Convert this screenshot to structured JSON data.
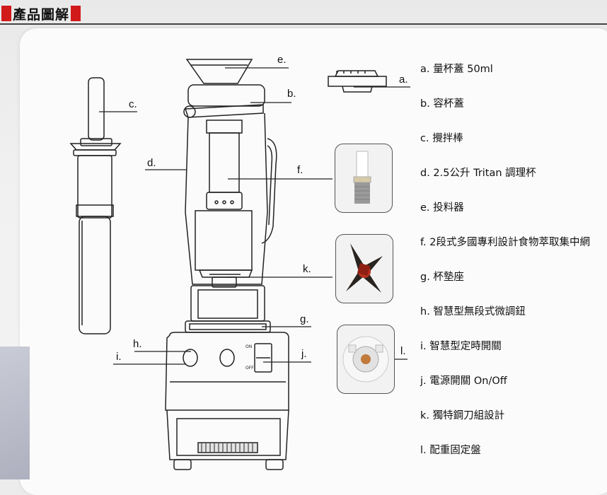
{
  "title": "產品圖解",
  "callouts": {
    "a": "a.",
    "b": "b.",
    "c": "c.",
    "d": "d.",
    "e": "e.",
    "f": "f.",
    "g": "g.",
    "h": "h.",
    "i": "i.",
    "j": "j.",
    "k": "k.",
    "l": "l."
  },
  "switch_labels": {
    "on": "ON",
    "off": "OFF"
  },
  "legend": [
    "a. 量杯蓋 50ml",
    "b. 容杯蓋",
    "c. 攪拌棒",
    "d. 2.5公升 Tritan 調理杯",
    "e. 投料器",
    "f. 2段式多國專利設計食物萃取集中網",
    "g. 杯墊座",
    "h. 智慧型無段式微調鈕",
    "i. 智慧型定時開關",
    "j. 電源開關 On/Off",
    "k. 獨特鋼刀組設計",
    "l. 配重固定盤"
  ],
  "colors": {
    "accent": "#d11a1a",
    "ink": "#222222"
  }
}
